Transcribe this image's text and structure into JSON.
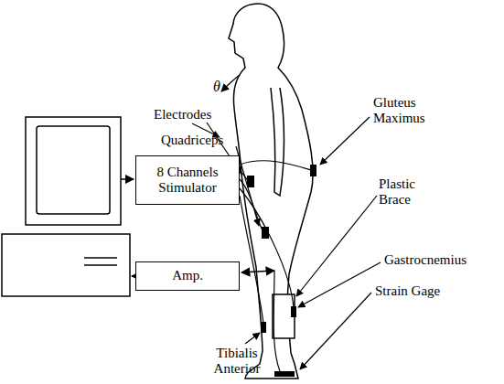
{
  "diagram": {
    "nodes": [
      {
        "text": [
          "8 Channels Stimulator"
        ]
      },
      {
        "text": [
          "Amp."
        ]
      }
    ],
    "labels": [
      "θ",
      "Electrodes",
      "Gluteus Maximus",
      "Quadriceps",
      "Plastic Brace",
      "Gastrocnemius",
      "Strain Gage",
      "Tibialis Anterior"
    ]
  }
}
